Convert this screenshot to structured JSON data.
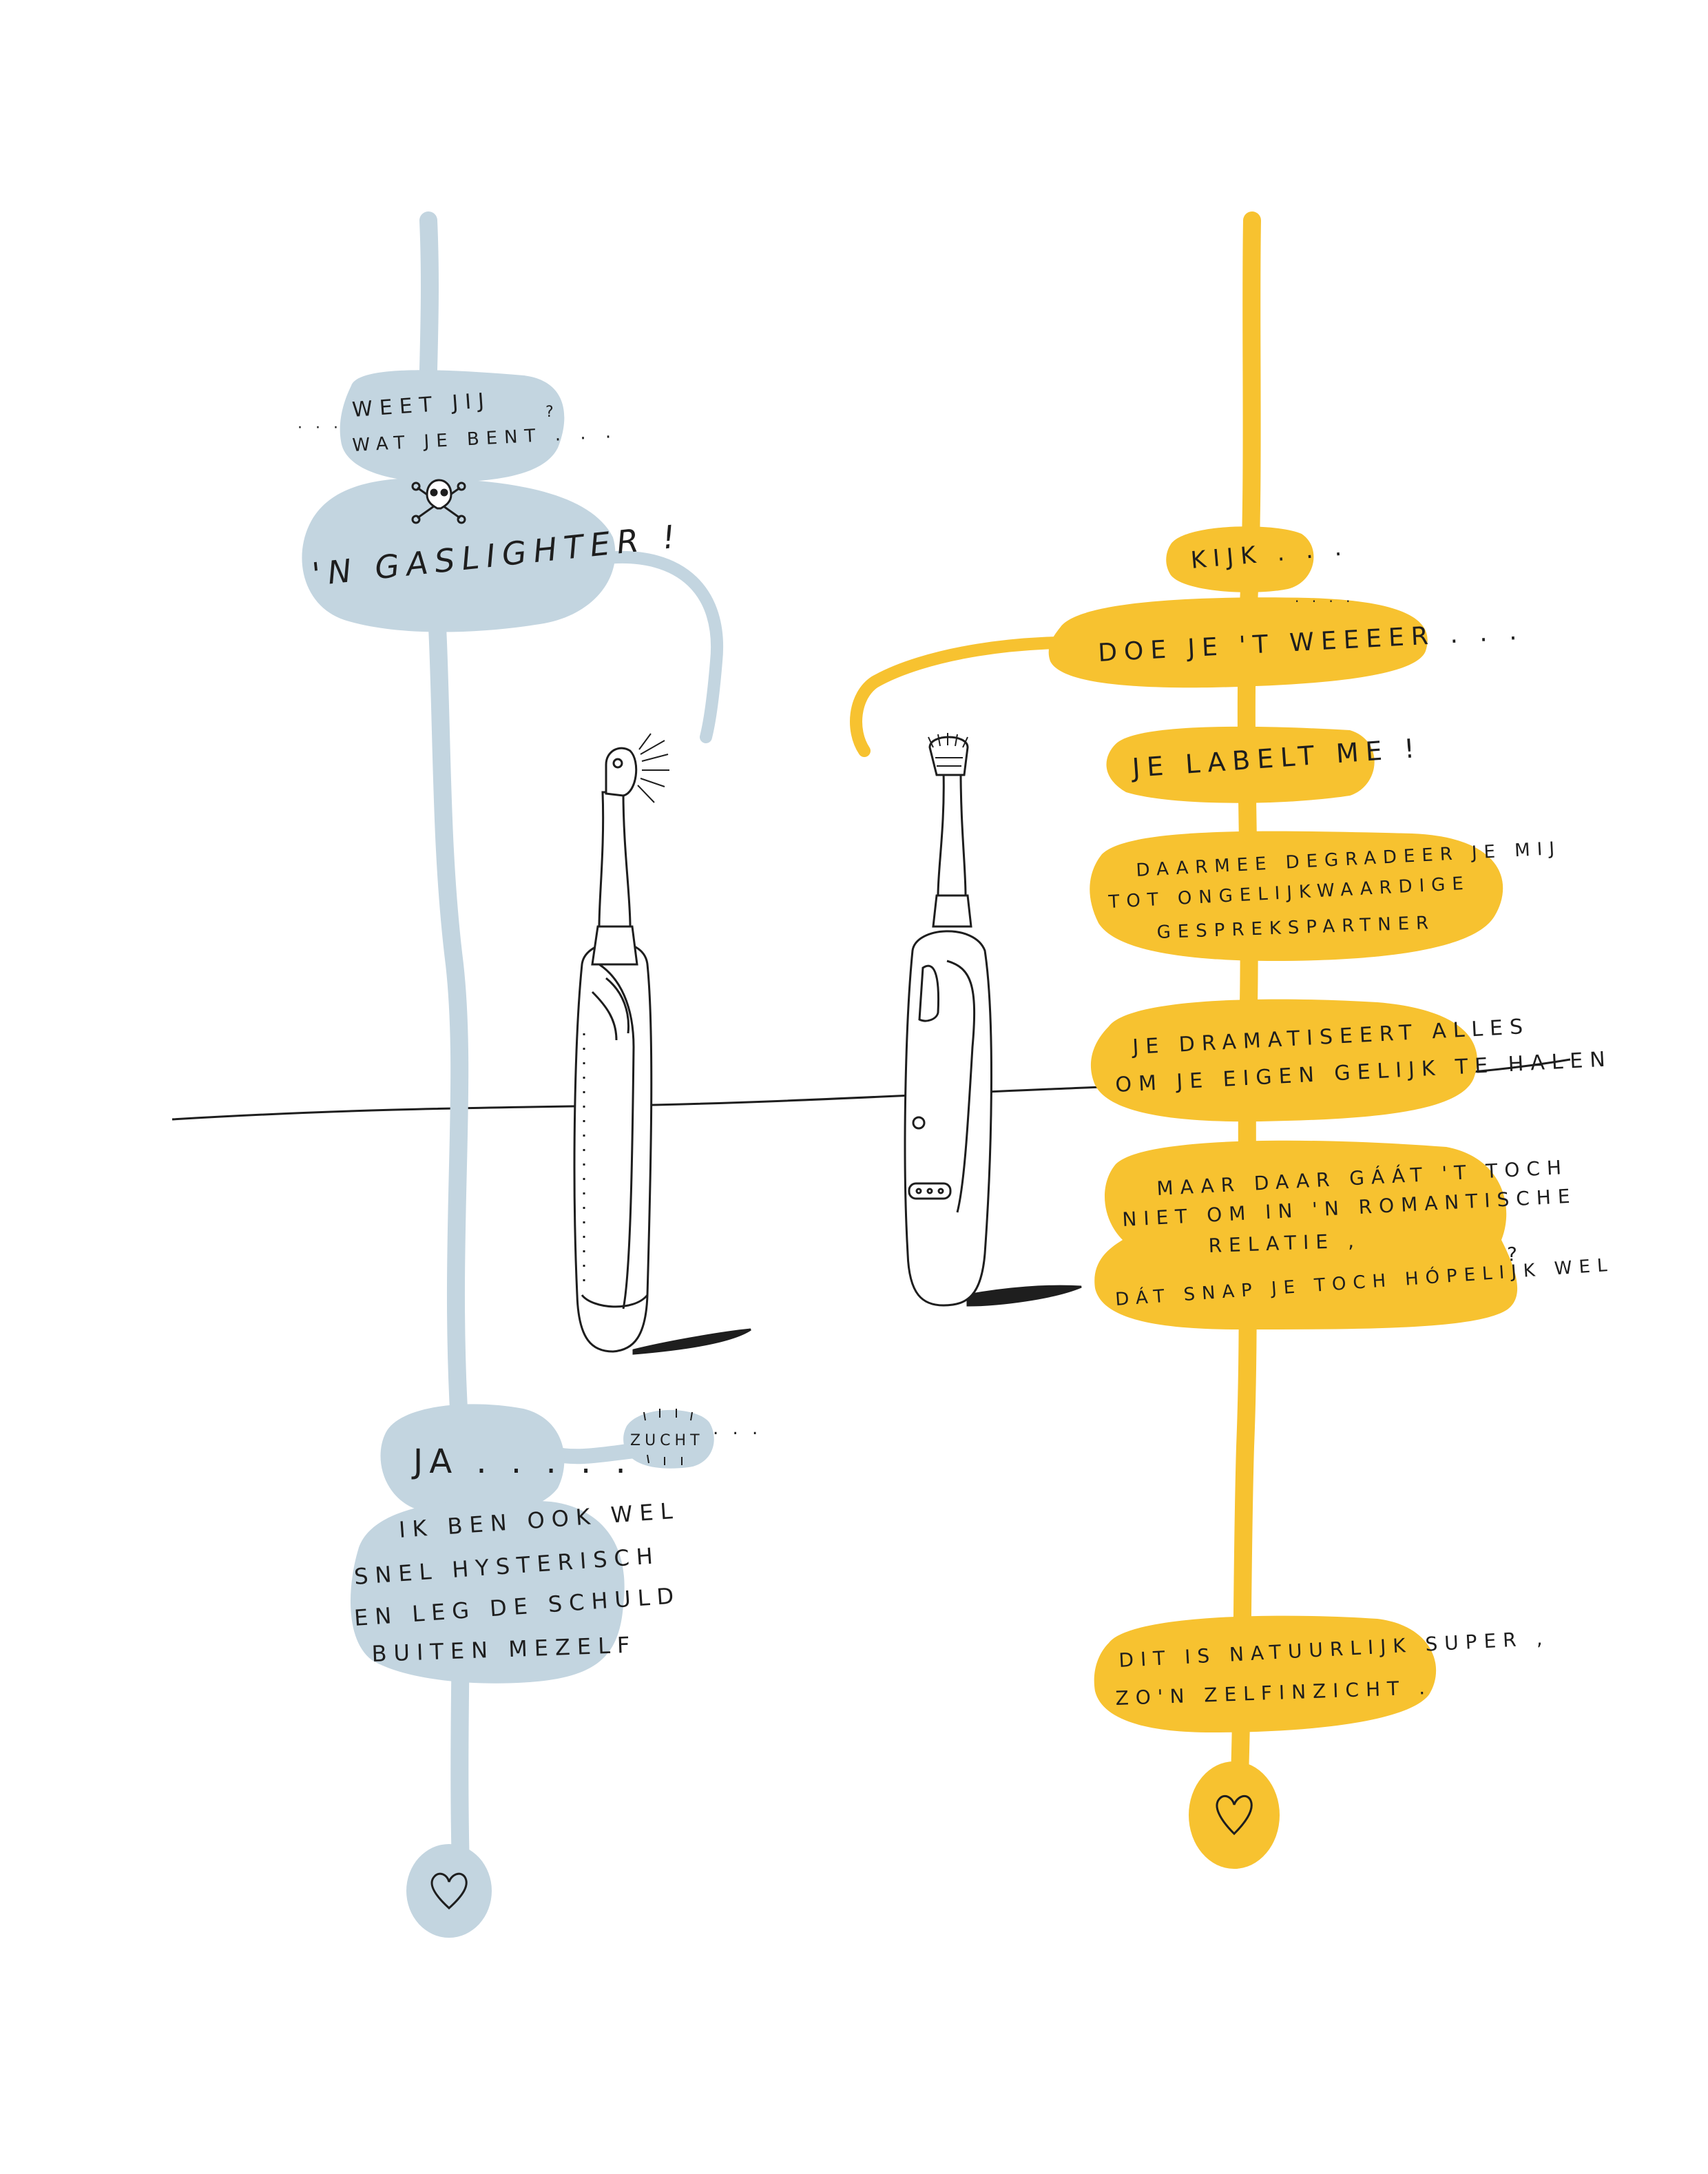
{
  "colors": {
    "left_bubble": "#c3d5e0",
    "right_bubble": "#f7c230",
    "ink": "#1e1e1e",
    "background": "#ffffff"
  },
  "left_speaker": {
    "bubble1_lead": "· · ·",
    "bubble1_line1": "WEET JIJ",
    "bubble1_line2": "WAT JE BENT . . .",
    "bubble1_trail": "?",
    "skull_icon": "skull-and-crossbones-icon",
    "bubble2": "'N GASLIGHTER !",
    "bubble3": "JA . . .  . .",
    "sigh": "ZUCHT",
    "sigh_trail": ". . .",
    "bubble4_line1": "IK BEN OOK WEL",
    "bubble4_line2": "SNEL HYSTERISCH",
    "bubble4_line3": "EN LEG DE SCHULD",
    "bubble4_line4": "BUITEN MEZELF",
    "heart_icon": "heart-icon"
  },
  "right_speaker": {
    "bubble1": "KIJK . . .",
    "bubble2_dots": "· · · ·",
    "bubble2": "DOE JE 'T WEEEER . . .",
    "bubble3": "JE LABELT ME !",
    "bubble4_line1": "DAARMEE DEGRADEER JE MIJ",
    "bubble4_line2": "TOT ONGELIJKWAARDIGE",
    "bubble4_line3": "GESPREKSPARTNER",
    "bubble5_line1": "JE DRAMATISEERT ALLES",
    "bubble5_line2": "OM JE EIGEN GELIJK TE HALEN",
    "bubble6_line1": "MAAR DAAR GÁÁT 'T TOCH",
    "bubble6_line2": "NIET OM IN 'N ROMANTISCHE",
    "bubble6_line3": "RELATIE ,",
    "bubble6_line4": "DÁT SNAP JE TOCH HÓPELIJK WEL",
    "bubble6_trail": "?",
    "bubble7_line1": "DIT IS NATUURLIJK SUPER ,",
    "bubble7_line2": "ZO'N ZELFINZICHT .",
    "heart_icon": "heart-icon"
  },
  "scene": {
    "left_toothbrush_icon": "electric-toothbrush-round-head-icon",
    "right_toothbrush_icon": "electric-toothbrush-icon"
  }
}
